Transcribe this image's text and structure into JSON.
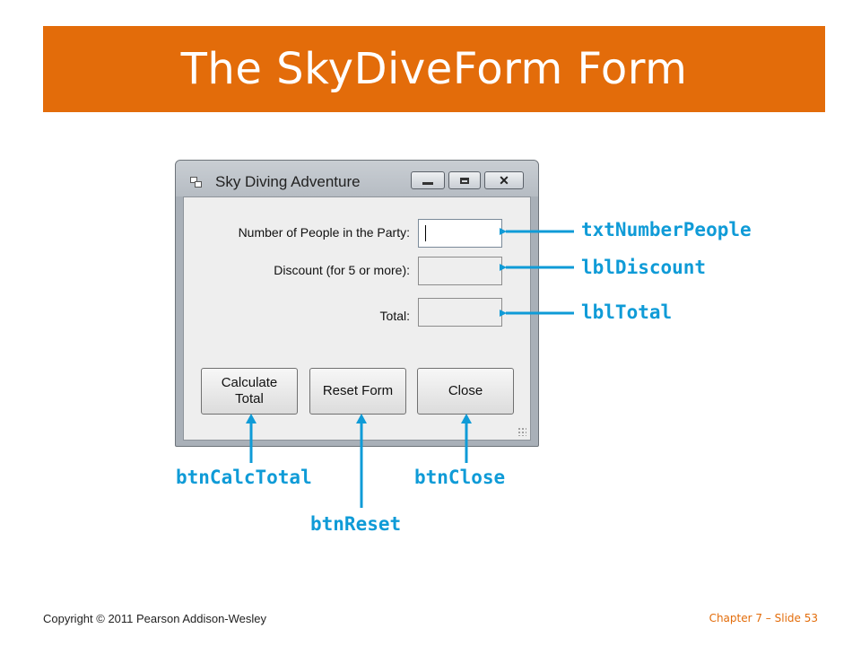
{
  "slide": {
    "title": "The SkyDiveForm Form",
    "footer_left": "Copyright © 2011 Pearson Addison-Wesley",
    "footer_right": "Chapter 7 – Slide 53",
    "accent_color": "#e36c0a",
    "callout_color": "#0f9bd7"
  },
  "window": {
    "title": "Sky Diving Adventure",
    "icon": "app-window-icon",
    "controls": {
      "minimize_icon": "minimize-icon",
      "maximize_icon": "maximize-icon",
      "close_glyph": "✕"
    }
  },
  "form": {
    "labels": {
      "people": "Number of People in the Party:",
      "discount": "Discount (for 5 or more):",
      "total": "Total:"
    },
    "txt_number_people_value": "",
    "buttons": {
      "calc": "Calculate\nTotal",
      "reset": "Reset Form",
      "close": "Close"
    }
  },
  "callouts": {
    "txt_number_people": "txtNumberPeople",
    "lbl_discount": "lblDiscount",
    "lbl_total": "lblTotal",
    "btn_calc_total": "btnCalcTotal",
    "btn_reset": "btnReset",
    "btn_close": "btnClose"
  }
}
